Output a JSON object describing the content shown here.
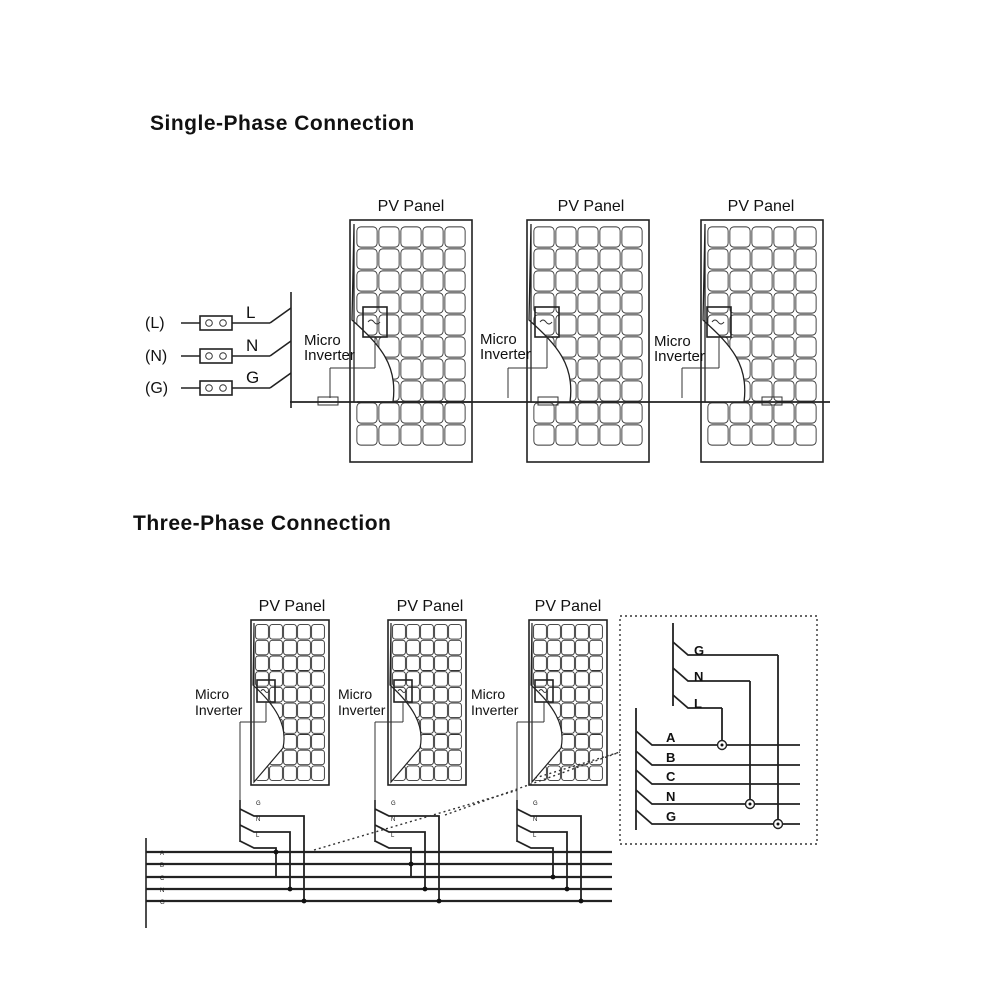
{
  "single_phase": {
    "title": "Single-Phase Connection",
    "panel_label": "PV Panel",
    "inverter_label_line1": "Micro",
    "inverter_label_line2": "Inverter",
    "terminals": [
      {
        "bracket": "(L)",
        "wire": "L"
      },
      {
        "bracket": "(N)",
        "wire": "N"
      },
      {
        "bracket": "(G)",
        "wire": "G"
      }
    ]
  },
  "three_phase": {
    "title": "Three-Phase Connection",
    "panel_label": "PV Panel",
    "inverter_label_line1": "Micro",
    "inverter_label_line2": "Inverter",
    "local_wires": [
      "G",
      "N",
      "L"
    ],
    "bus_lines": [
      "A",
      "B",
      "C",
      "N",
      "G"
    ],
    "detail": {
      "local_wires": [
        "G",
        "N",
        "L"
      ],
      "bus_lines": [
        "A",
        "B",
        "C",
        "N",
        "G"
      ]
    }
  }
}
